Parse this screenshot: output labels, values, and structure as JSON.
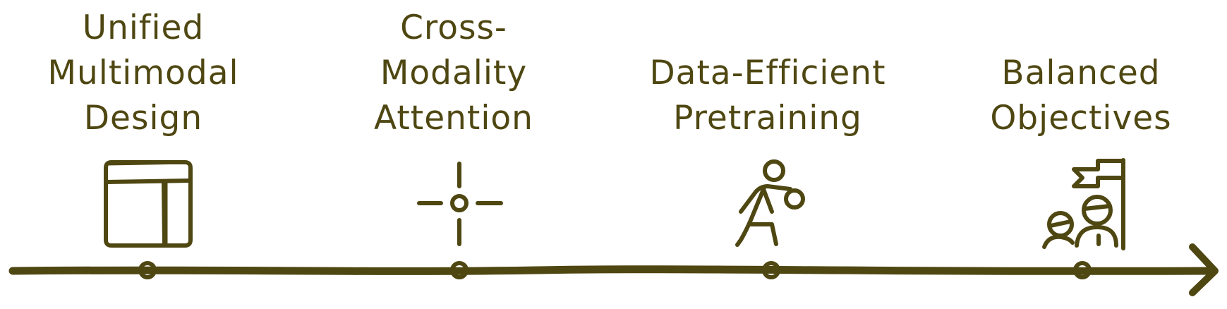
{
  "colors": {
    "ink": "#4f4712",
    "background": "#ffffff"
  },
  "milestones": [
    {
      "label_lines": [
        "Unified",
        "Multimodal",
        "Design"
      ],
      "icon": "layout-window-icon"
    },
    {
      "label_lines": [
        "Cross-",
        "Modality",
        "Attention"
      ],
      "icon": "crosshair-focus-icon"
    },
    {
      "label_lines": [
        "Data-Efficient",
        "Pretraining"
      ],
      "icon": "person-running-icon"
    },
    {
      "label_lines": [
        "Balanced",
        "Objectives"
      ],
      "icon": "team-flag-icon"
    }
  ]
}
